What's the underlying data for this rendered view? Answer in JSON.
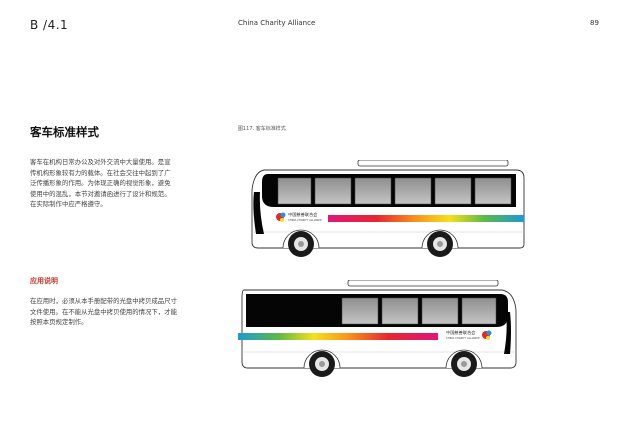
{
  "header": {
    "section_code": "B /4.1",
    "title": "China Charity Alliance",
    "page_number": "89"
  },
  "section": {
    "title": "客车标准样式",
    "body": "客车在机构日常办公及对外交流中大量使用。是宣传机构形象较有力的载体。在社会交往中起到了广泛传播形象的作用。为体现正确的视觉形象，避免使用中的混乱，本节对邀请函进行了设计和规范。在实际制作中应严格遵守。"
  },
  "usage": {
    "title": "应用说明",
    "body": "在应用时，必须从本手册配带的光盘中拷贝成品尺寸文件使用。在不能从光盘中拷贝使用的情况下，才能按照本页规定制作。"
  },
  "figure": {
    "caption": "图117. 客车标准样式"
  },
  "bus_logo": {
    "name_cn": "中国慈善联合会",
    "name_en": "CHINA CHARITY ALLIANCE"
  },
  "colors": {
    "accent_red": "#c0392b",
    "window_gray": "#a9a9a9",
    "stripe_gradient": [
      "#e0177a",
      "#e8262e",
      "#f7941d",
      "#f4e11b",
      "#5bb947",
      "#1d9ad6"
    ]
  }
}
